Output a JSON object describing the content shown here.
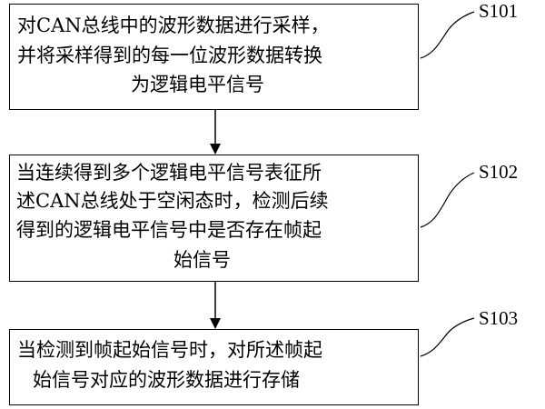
{
  "steps": [
    {
      "label": "S101",
      "lines": [
        "对CAN总线中的波形数据进行采样，",
        "并将采样得到的每一位波形数据转换",
        "为逻辑电平信号"
      ]
    },
    {
      "label": "S102",
      "lines": [
        "当连续得到多个逻辑电平信号表征所",
        "述CAN总线处于空闲态时，检测后续",
        "得到的逻辑电平信号中是否存在帧起",
        "始信号"
      ]
    },
    {
      "label": "S103",
      "lines": [
        "当检测到帧起始信号时，对所述帧起",
        "始信号对应的波形数据进行存储"
      ]
    }
  ],
  "colors": {
    "stroke": "#000000",
    "background": "#ffffff"
  }
}
